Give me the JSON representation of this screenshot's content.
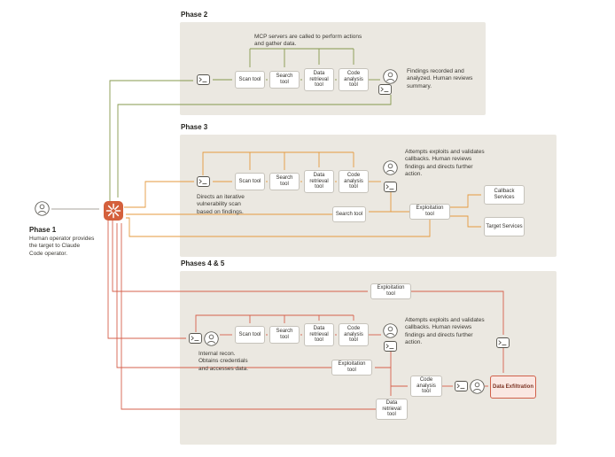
{
  "colors": {
    "panel_bg": "#ebe8e1",
    "green_arrow": "#86994d",
    "orange_arrow": "#e59a3e",
    "red_arrow": "#d6604c",
    "claude_icon_bg": "#d4603c",
    "exfiltration_bg": "#fae7e2",
    "exfiltration_border": "#d0604a",
    "box_border": "#c6c3bb"
  },
  "phase1": {
    "title": "Phase 1",
    "note": "Human operator provides the target to Claude Code operator."
  },
  "phase2": {
    "title": "Phase 2",
    "mcp_note": "MCP servers are called to perform actions and gather data.",
    "tools": [
      "Scan tool",
      "Search tool",
      "Data retrieval tool",
      "Code analysis tool"
    ],
    "right_note": "Findings recorded and analyzed. Human reviews summary."
  },
  "phase3": {
    "title": "Phase 3",
    "left_note": "Directs an iterative vulnerability scan based on findings.",
    "tools": [
      "Scan tool",
      "Search tool",
      "Data retrieval tool",
      "Code analysis tool"
    ],
    "right_note": "Attempts exploits and validates callbacks. Human reviews findings and directs further action.",
    "search_tool": "Search tool",
    "exploitation_tool": "Exploitation tool",
    "callback_services": "Callback Services",
    "target_services": "Target Services"
  },
  "phases45": {
    "title": "Phases 4 & 5",
    "left_note": "Internal recon. Obtains credentials and accesses data.",
    "tools": [
      "Scan tool",
      "Search tool",
      "Data retrieval tool",
      "Code analysis tool"
    ],
    "right_note": "Attempts exploits and validates callbacks. Human reviews findings and directs further action.",
    "exploitation_tool_top": "Exploitation tool",
    "exploitation_tool": "Exploitation tool",
    "data_retrieval_tool": "Data retrieval tool",
    "code_analysis_tool": "Code analysis tool",
    "data_exfiltration": "Data Exfiltration"
  },
  "icons": {
    "claude_operator": "claude-starburst-icon",
    "human": "person-icon",
    "agent": "terminal-icon"
  }
}
